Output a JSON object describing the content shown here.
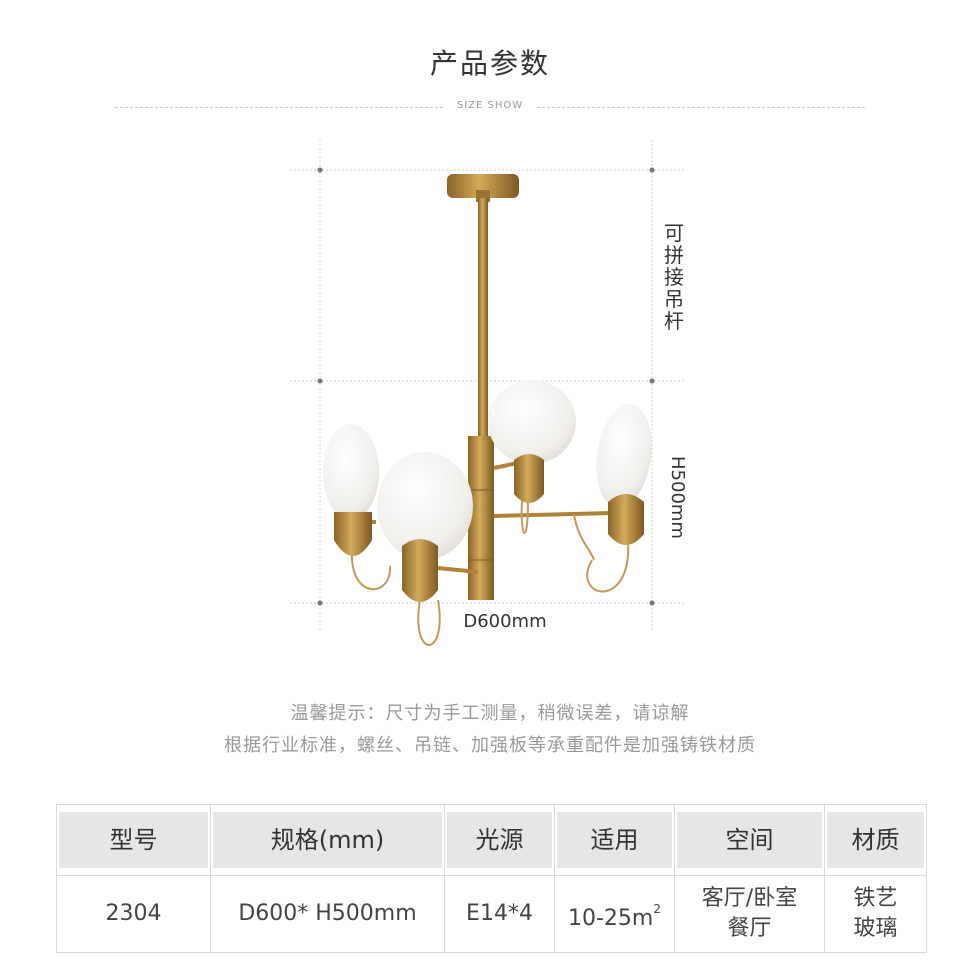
{
  "header": {
    "title": "产品参数",
    "subtitle": "SIZE SHOW"
  },
  "figure": {
    "rod_label": "可拼接吊杆",
    "height_label": "H500mm",
    "width_label": "D600mm"
  },
  "notes": [
    "温馨提示：尺寸为手工测量，稍微误差，请谅解",
    "根据行业标准，螺丝、吊链、加强板等承重配件是加强铸铁材质"
  ],
  "table": {
    "headers": [
      "型号",
      "规格(mm)",
      "光源",
      "适用",
      "空间",
      "材质"
    ],
    "row": {
      "model": "2304",
      "spec": "D600* H500mm",
      "source": "E14*4",
      "area": "10-25m",
      "area_sup": "2",
      "space_line1": "客厅/卧室",
      "space_line2": "餐厅",
      "material_line1": "铁艺",
      "material_line2": "玻璃"
    }
  },
  "colors": {
    "brass": "#b8893e",
    "glass": "#f3f1ee",
    "header_bg": "#e6e6e6",
    "note_text": "#999999"
  }
}
